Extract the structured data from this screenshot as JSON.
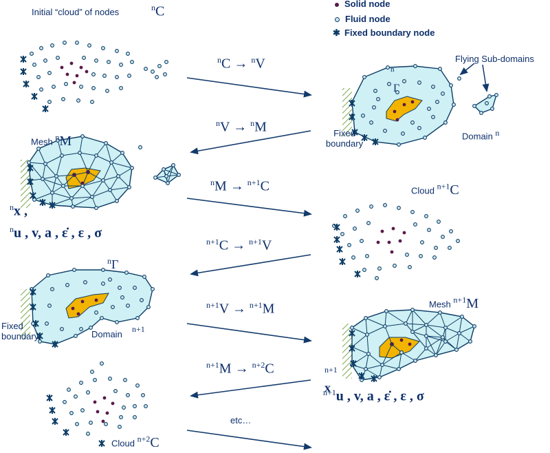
{
  "legend": {
    "solid": "Solid node",
    "fluid": "Fluid node",
    "fixed": "Fixed boundary node"
  },
  "colors": {
    "fluid_fill": "#cff0f4",
    "solid_fill": "#f2b400",
    "edge": "#0d3d66",
    "solid_node": "#5a1a4a",
    "fluid_node": "#cfe9f2",
    "text": "#0d2f6b",
    "arrow": "#123a6c",
    "hatch": "#7aa84e"
  },
  "labels": {
    "initial_cloud": "Initial “cloud” of nodes",
    "flying_subdomains": "Flying Sub-domains",
    "fixed_boundary": "Fixed boundary",
    "domain": "Domain",
    "mesh": "Mesh",
    "cloud": "Cloud",
    "etc": "etc…"
  },
  "math": {
    "sym_C": "C",
    "sym_V": "V",
    "sym_M": "M",
    "sym_Gamma": "Γ",
    "sup_n": "n",
    "sup_n1": "n+1",
    "sup_n2": "n+2",
    "arrow": "→",
    "state_n_line1": "x ,",
    "state_n_line2": "u , v, a , ε̇ , ε , σ",
    "state_n1_x": "x",
    "state_n1_vars": "u , v, a , ε̇ , ε , σ"
  }
}
